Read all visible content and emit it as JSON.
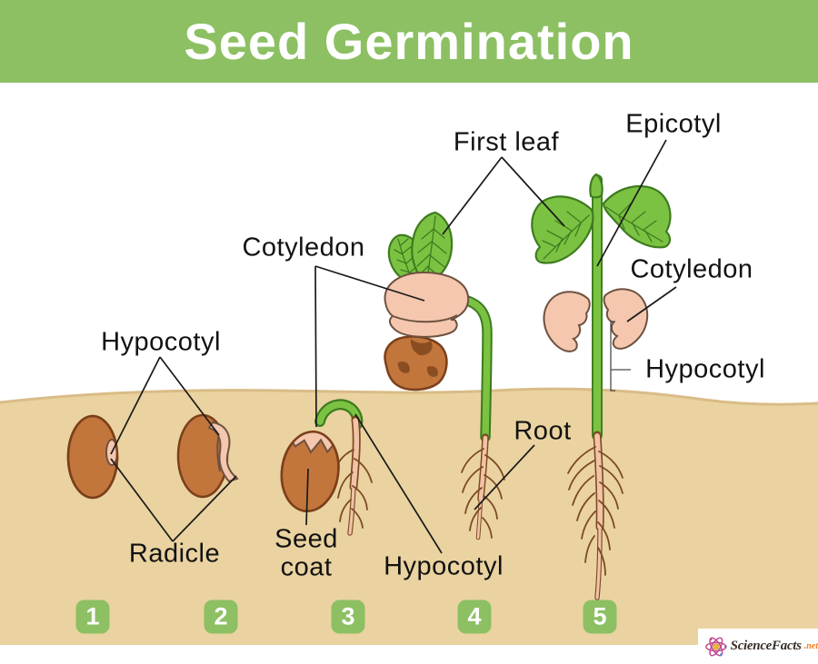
{
  "header": {
    "title": "Seed Germination"
  },
  "labels": {
    "first_leaf": "First leaf",
    "epicotyl": "Epicotyl",
    "cotyledon_left": "Cotyledon",
    "cotyledon_right": "Cotyledon",
    "hypocotyl_left": "Hypocotyl",
    "hypocotyl_right": "Hypocotyl",
    "hypocotyl_bottom": "Hypocotyl",
    "root": "Root",
    "radicle": "Radicle",
    "seed_coat_line1": "Seed",
    "seed_coat_line2": "coat"
  },
  "stages": {
    "numbers": [
      "1",
      "2",
      "3",
      "4",
      "5"
    ]
  },
  "footer": {
    "brand": "ScienceFacts",
    "suffix": ".net"
  },
  "colors": {
    "header_green": "#8CC063",
    "badge_green": "#8CC063",
    "soil_fill": "#EAD3A0",
    "soil_edge": "#D9BC87",
    "seed_fill": "#C2763C",
    "seed_outline": "#7C3F1B",
    "seed_patch": "#8A4D22",
    "pink_fill": "#F4C7AE",
    "pink_outline": "#6E5140",
    "root_pink": "#F2C3A6",
    "root_brown": "#7C4A24",
    "leaf_fill": "#7CC242",
    "leaf_outline": "#3E7C1F",
    "line_color": "#1A1A1A",
    "brand_orange": "#F08124"
  }
}
